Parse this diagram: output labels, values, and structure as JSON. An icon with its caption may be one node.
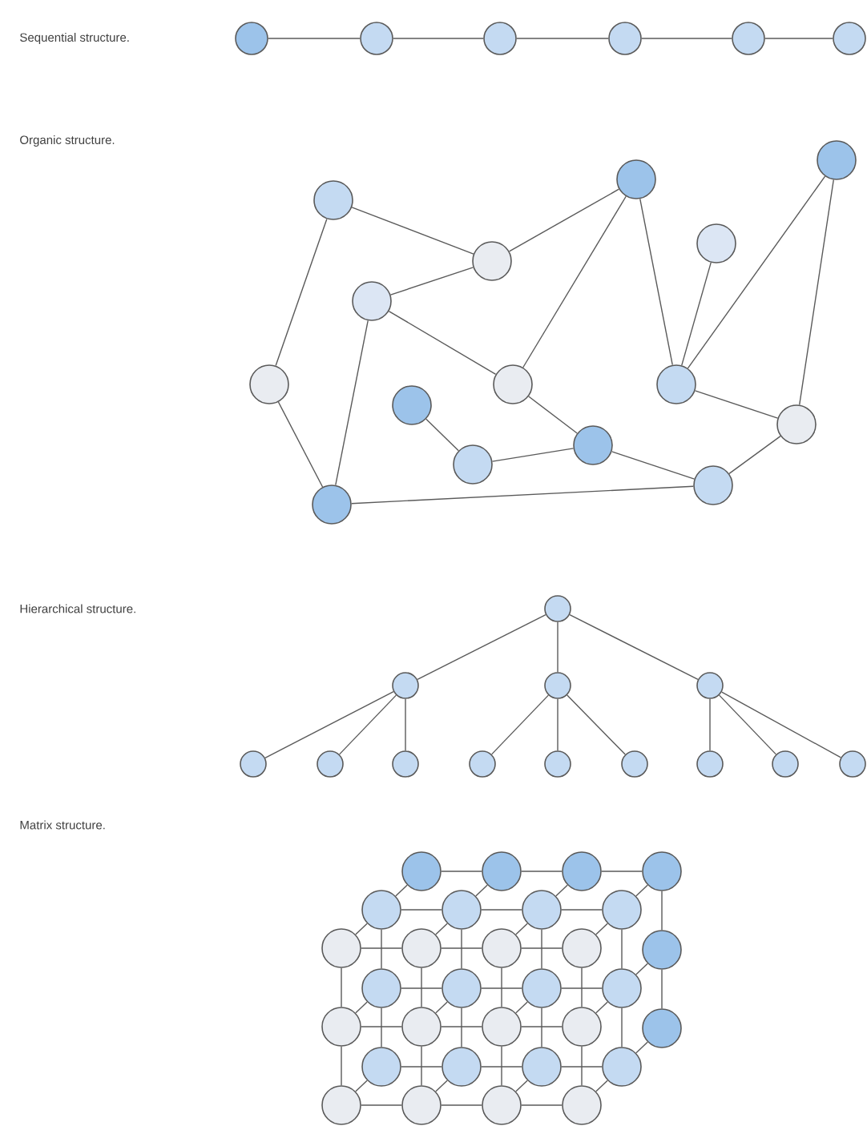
{
  "diagram": {
    "nodes": [
      {
        "text": [],
        "shape": "circle"
      },
      {
        "text": [],
        "shape": "circle"
      },
      {
        "text": [],
        "shape": "circle"
      },
      {
        "text": [],
        "shape": "circle"
      },
      {
        "text": [],
        "shape": "circle"
      },
      {
        "text": [],
        "shape": "circle"
      },
      {
        "text": [],
        "shape": "circle"
      },
      {
        "text": [],
        "shape": "circle"
      },
      {
        "text": [],
        "shape": "circle"
      },
      {
        "text": [],
        "shape": "circle"
      },
      {
        "text": [],
        "shape": "circle"
      },
      {
        "text": [],
        "shape": "circle"
      },
      {
        "text": [],
        "shape": "circle"
      },
      {
        "text": [],
        "shape": "circle"
      },
      {
        "text": [],
        "shape": "circle"
      },
      {
        "text": [],
        "shape": "circle"
      },
      {
        "text": [],
        "shape": "circle"
      },
      {
        "text": [],
        "shape": "circle"
      },
      {
        "text": [],
        "shape": "circle"
      },
      {
        "text": [],
        "shape": "circle"
      },
      {
        "text": [],
        "shape": "circle"
      },
      {
        "text": [],
        "shape": "circle"
      },
      {
        "text": [],
        "shape": "circle"
      },
      {
        "text": [],
        "shape": "circle"
      },
      {
        "text": [],
        "shape": "circle"
      },
      {
        "text": [],
        "shape": "circle"
      },
      {
        "text": [],
        "shape": "circle"
      },
      {
        "text": [],
        "shape": "circle"
      },
      {
        "text": [],
        "shape": "circle"
      },
      {
        "text": [],
        "shape": "circle"
      },
      {
        "text": [],
        "shape": "circle"
      },
      {
        "text": [],
        "shape": "circle"
      },
      {
        "text": [],
        "shape": "circle"
      },
      {
        "text": [],
        "shape": "circle"
      },
      {
        "text": [],
        "shape": "circle"
      },
      {
        "text": [],
        "shape": "circle"
      },
      {
        "text": [],
        "shape": "circle"
      },
      {
        "text": [],
        "shape": "circle"
      },
      {
        "text": [],
        "shape": "circle"
      },
      {
        "text": [],
        "shape": "circle"
      },
      {
        "text": [],
        "shape": "circle"
      },
      {
        "text": [],
        "shape": "circle"
      },
      {
        "text": [],
        "shape": "circle"
      },
      {
        "text": [],
        "shape": "circle"
      },
      {
        "text": [],
        "shape": "circle"
      },
      {
        "text": [],
        "shape": "circle"
      },
      {
        "text": [],
        "shape": "circle"
      },
      {
        "text": [],
        "shape": "circle"
      },
      {
        "text": [],
        "shape": "circle"
      },
      {
        "text": [],
        "shape": "circle"
      },
      {
        "text": [],
        "shape": "circle"
      },
      {
        "text": [],
        "shape": "circle"
      },
      {
        "text": [],
        "shape": "circle"
      },
      {
        "text": [],
        "shape": "circle"
      },
      {
        "text": [],
        "shape": "circle"
      },
      {
        "text": [],
        "shape": "circle"
      },
      {
        "text": [],
        "shape": "circle"
      },
      {
        "text": [],
        "shape": "circle"
      },
      {
        "text": [],
        "shape": "circle"
      },
      {
        "text": [],
        "shape": "circle"
      },
      {
        "text": [],
        "shape": "circle"
      },
      {
        "text": [],
        "shape": "circle"
      },
      {
        "text": [],
        "shape": "circle"
      },
      {
        "text": [],
        "shape": "circle"
      }
    ],
    "edges": [
      {
        "from": 0,
        "to": 1,
        "arrow": "none"
      },
      {
        "from": 1,
        "to": 2,
        "arrow": "none"
      },
      {
        "from": 2,
        "to": 3,
        "arrow": "none"
      },
      {
        "from": 3,
        "to": 4,
        "arrow": "none"
      },
      {
        "from": 4,
        "to": 5,
        "arrow": "none"
      },
      {
        "from": 8,
        "to": 10,
        "arrow": "none"
      },
      {
        "from": 10,
        "to": 7,
        "arrow": "none"
      },
      {
        "from": 10,
        "to": 11,
        "arrow": "none"
      },
      {
        "from": 7,
        "to": 13,
        "arrow": "none"
      },
      {
        "from": 7,
        "to": 14,
        "arrow": "none"
      },
      {
        "from": 6,
        "to": 14,
        "arrow": "none"
      },
      {
        "from": 6,
        "to": 16,
        "arrow": "none"
      },
      {
        "from": 9,
        "to": 14,
        "arrow": "none"
      },
      {
        "from": 11,
        "to": 13,
        "arrow": "none"
      },
      {
        "from": 11,
        "to": 20,
        "arrow": "none"
      },
      {
        "from": 8,
        "to": 12,
        "arrow": "none"
      },
      {
        "from": 12,
        "to": 20,
        "arrow": "none"
      },
      {
        "from": 13,
        "to": 17,
        "arrow": "none"
      },
      {
        "from": 15,
        "to": 18,
        "arrow": "none"
      },
      {
        "from": 18,
        "to": 17,
        "arrow": "none"
      },
      {
        "from": 17,
        "to": 19,
        "arrow": "none"
      },
      {
        "from": 20,
        "to": 19,
        "arrow": "none"
      },
      {
        "from": 14,
        "to": 16,
        "arrow": "none"
      },
      {
        "from": 16,
        "to": 19,
        "arrow": "none"
      },
      {
        "from": 21,
        "to": 22,
        "arrow": "none"
      },
      {
        "from": 21,
        "to": 23,
        "arrow": "none"
      },
      {
        "from": 21,
        "to": 24,
        "arrow": "none"
      },
      {
        "from": 22,
        "to": 25,
        "arrow": "none"
      },
      {
        "from": 22,
        "to": 26,
        "arrow": "none"
      },
      {
        "from": 22,
        "to": 27,
        "arrow": "none"
      },
      {
        "from": 23,
        "to": 28,
        "arrow": "none"
      },
      {
        "from": 23,
        "to": 29,
        "arrow": "none"
      },
      {
        "from": 23,
        "to": 30,
        "arrow": "none"
      },
      {
        "from": 24,
        "to": 31,
        "arrow": "none"
      },
      {
        "from": 24,
        "to": 32,
        "arrow": "none"
      },
      {
        "from": 24,
        "to": 33,
        "arrow": "none"
      },
      {
        "from": 42,
        "to": 43,
        "arrow": "none"
      },
      {
        "from": 43,
        "to": 44,
        "arrow": "none"
      },
      {
        "from": 44,
        "to": 45,
        "arrow": "none"
      },
      {
        "from": 51,
        "to": 52,
        "arrow": "none"
      },
      {
        "from": 52,
        "to": 53,
        "arrow": "none"
      },
      {
        "from": 53,
        "to": 54,
        "arrow": "none"
      },
      {
        "from": 60,
        "to": 61,
        "arrow": "none"
      },
      {
        "from": 61,
        "to": 62,
        "arrow": "none"
      },
      {
        "from": 62,
        "to": 63,
        "arrow": "none"
      },
      {
        "from": 42,
        "to": 51,
        "arrow": "none"
      },
      {
        "from": 43,
        "to": 52,
        "arrow": "none"
      },
      {
        "from": 44,
        "to": 53,
        "arrow": "none"
      },
      {
        "from": 45,
        "to": 54,
        "arrow": "none"
      },
      {
        "from": 51,
        "to": 60,
        "arrow": "none"
      },
      {
        "from": 52,
        "to": 61,
        "arrow": "none"
      },
      {
        "from": 53,
        "to": 62,
        "arrow": "none"
      },
      {
        "from": 54,
        "to": 63,
        "arrow": "none"
      },
      {
        "from": 38,
        "to": 39,
        "arrow": "none"
      },
      {
        "from": 39,
        "to": 40,
        "arrow": "none"
      },
      {
        "from": 40,
        "to": 41,
        "arrow": "none"
      },
      {
        "from": 47,
        "to": 48,
        "arrow": "none"
      },
      {
        "from": 48,
        "to": 49,
        "arrow": "none"
      },
      {
        "from": 49,
        "to": 50,
        "arrow": "none"
      },
      {
        "from": 56,
        "to": 57,
        "arrow": "none"
      },
      {
        "from": 57,
        "to": 58,
        "arrow": "none"
      },
      {
        "from": 58,
        "to": 59,
        "arrow": "none"
      },
      {
        "from": 38,
        "to": 47,
        "arrow": "none"
      },
      {
        "from": 39,
        "to": 48,
        "arrow": "none"
      },
      {
        "from": 40,
        "to": 49,
        "arrow": "none"
      },
      {
        "from": 41,
        "to": 50,
        "arrow": "none"
      },
      {
        "from": 47,
        "to": 56,
        "arrow": "none"
      },
      {
        "from": 48,
        "to": 57,
        "arrow": "none"
      },
      {
        "from": 49,
        "to": 58,
        "arrow": "none"
      },
      {
        "from": 50,
        "to": 59,
        "arrow": "none"
      },
      {
        "from": 34,
        "to": 35,
        "arrow": "none"
      },
      {
        "from": 35,
        "to": 36,
        "arrow": "none"
      },
      {
        "from": 36,
        "to": 37,
        "arrow": "none"
      },
      {
        "from": 37,
        "to": 46,
        "arrow": "none"
      },
      {
        "from": 46,
        "to": 55,
        "arrow": "none"
      },
      {
        "from": 42,
        "to": 38,
        "arrow": "none"
      },
      {
        "from": 43,
        "to": 39,
        "arrow": "none"
      },
      {
        "from": 44,
        "to": 40,
        "arrow": "none"
      },
      {
        "from": 45,
        "to": 41,
        "arrow": "none"
      },
      {
        "from": 51,
        "to": 47,
        "arrow": "none"
      },
      {
        "from": 52,
        "to": 48,
        "arrow": "none"
      },
      {
        "from": 53,
        "to": 49,
        "arrow": "none"
      },
      {
        "from": 54,
        "to": 50,
        "arrow": "none"
      },
      {
        "from": 60,
        "to": 56,
        "arrow": "none"
      },
      {
        "from": 61,
        "to": 57,
        "arrow": "none"
      },
      {
        "from": 62,
        "to": 58,
        "arrow": "none"
      },
      {
        "from": 63,
        "to": 59,
        "arrow": "none"
      },
      {
        "from": 38,
        "to": 34,
        "arrow": "none"
      },
      {
        "from": 39,
        "to": 35,
        "arrow": "none"
      },
      {
        "from": 40,
        "to": 36,
        "arrow": "none"
      },
      {
        "from": 41,
        "to": 37,
        "arrow": "none"
      },
      {
        "from": 50,
        "to": 46,
        "arrow": "none"
      },
      {
        "from": 59,
        "to": 55,
        "arrow": "none"
      }
    ],
    "labels": [
      "Sequential structure.",
      "Organic structure.",
      "Hierarchical structure.",
      "Matrix structure."
    ]
  }
}
